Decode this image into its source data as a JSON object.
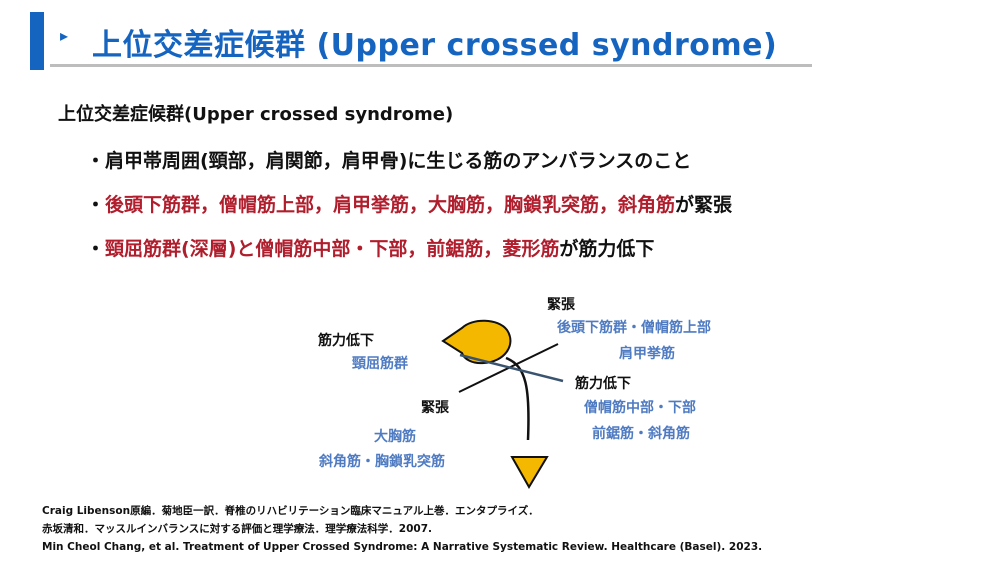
{
  "title": "上位交差症候群 (Upper crossed syndrome)",
  "title_arrow": "▸",
  "heading": "上位交差症候群(Upper crossed syndrome)",
  "bullets": [
    {
      "marker": "・",
      "text": "肩甲帯周囲(頸部，肩関節，肩甲骨)に生じる筋のアンバランスのこと"
    },
    {
      "marker": "・",
      "red": "後頭下筋群，僧帽筋上部，肩甲挙筋，大胸筋，胸鎖乳突筋，斜角筋",
      "black": "が緊張"
    },
    {
      "marker": "・",
      "red": "頸屈筋群(深層)と僧帽筋中部・下部，前鋸筋，菱形筋",
      "black": "が筋力低下"
    }
  ],
  "diagram": {
    "top_right": {
      "state": "緊張",
      "line1": "後頭下筋群・僧帽筋上部",
      "line2": "肩甲挙筋"
    },
    "top_left": {
      "state": "筋力低下",
      "line1": "頸屈筋群"
    },
    "bottom_right": {
      "state": "筋力低下",
      "line1": "僧帽筋中部・下部",
      "line2": "前鋸筋・斜角筋"
    },
    "bottom_left": {
      "state": "緊張",
      "line1": "大胸筋",
      "line2": "斜角筋・胸鎖乳突筋"
    },
    "colors": {
      "head": "#f5b800",
      "outline": "#111111",
      "label_blue": "#4f7bc2",
      "accent": "#1565c0",
      "emphasis_red": "#b01e2d"
    }
  },
  "references": [
    "Craig Libenson原編．菊地臣一訳．脊椎のリハビリテーション臨床マニュアル上巻．エンタプライズ．",
    "赤坂清和．マッスルインバランスに対する評価と理学療法．理学療法科学．2007.",
    "Min Cheol Chang, et al. Treatment of Upper Crossed Syndrome: A Narrative Systematic Review. Healthcare (Basel). 2023."
  ]
}
